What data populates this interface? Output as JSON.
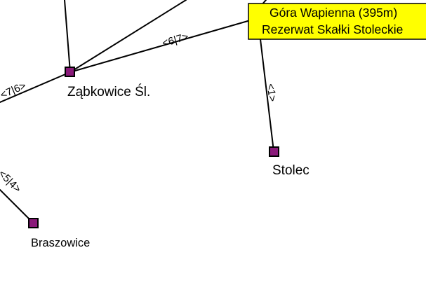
{
  "colors": {
    "background": "#ffffff",
    "route": "#000000",
    "node_fill": "#8a1a7a",
    "poi_fill": "#ffff00"
  },
  "places": {
    "zabkowice": "Ząbkowice Śl.",
    "stolec": "Stolec",
    "braszowice": "Braszowice"
  },
  "poi": {
    "line1": "Góra Wapienna (395m)",
    "line2": "Rezerwat Skałki Stoleckie"
  },
  "distances": {
    "zabkowice_gora": "<6|7>",
    "west_zabkowice": "<7|6>",
    "gora_stolec": "<1>",
    "braszowice_route": "<5|4>"
  }
}
